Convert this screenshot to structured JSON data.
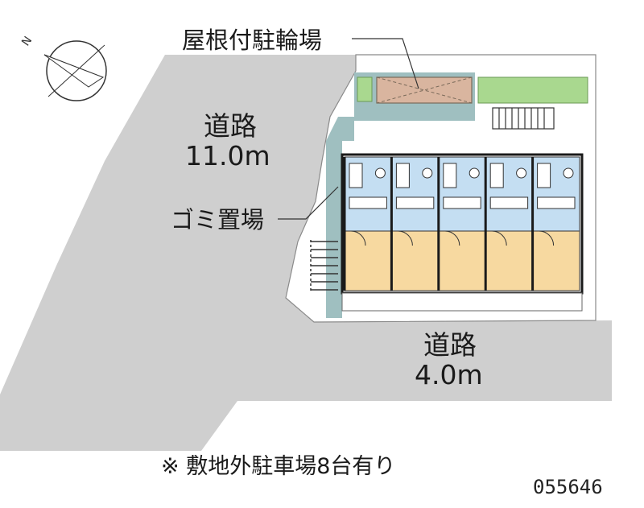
{
  "labels": {
    "bicycle_parking": "屋根付駐輪場",
    "main_road_name": "道路",
    "main_road_width": "11.0m",
    "garbage_area": "ゴミ置場",
    "side_road_name": "道路",
    "side_road_width": "4.0m",
    "footnote": "※ 敷地外駐車場8台有り",
    "property_code": "055646"
  },
  "compass": {
    "north_letter": "N"
  },
  "units": {
    "count": 5
  },
  "colors": {
    "road": "#cfcfcf",
    "walkway": "#9fbfc0",
    "wet_area": "#c4def2",
    "room": "#f7d9a0",
    "bike_parking": "#d9b59f",
    "greenery": "#a9d88f",
    "wall": "#1a1a1a"
  }
}
